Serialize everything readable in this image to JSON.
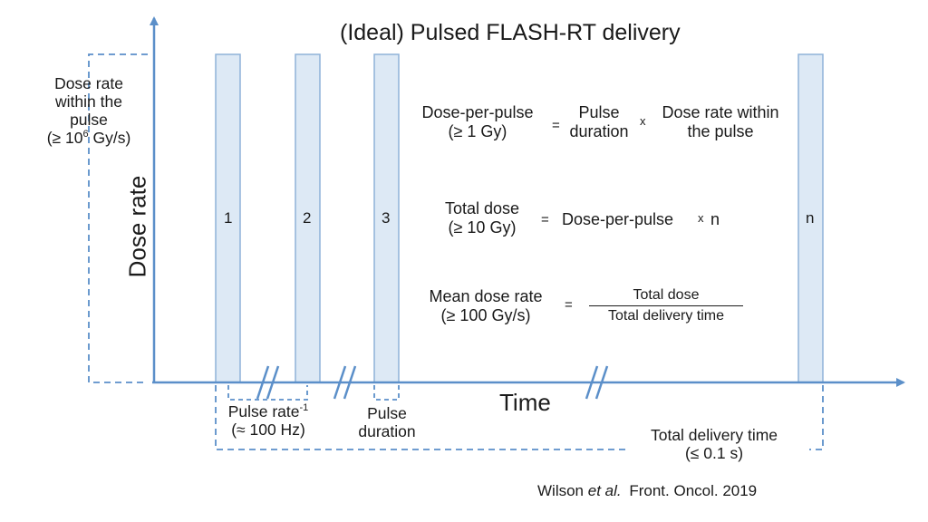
{
  "title": "(Ideal) Pulsed FLASH-RT delivery",
  "axes": {
    "y_label": "Dose rate",
    "x_label": "Time"
  },
  "pulses": {
    "labels": [
      "1",
      "2",
      "3",
      "n"
    ],
    "fill_color": "#dde9f5",
    "stroke_color": "#8fb2d8"
  },
  "colors": {
    "axis": "#5b8fc9",
    "dashed": "#5b8fc9",
    "text": "#1a1a1a"
  },
  "annotations": {
    "dose_rate_within_pulse": {
      "line1": "Dose rate",
      "line2": "within the",
      "line3": "pulse",
      "line4_prefix": "(≥ 10",
      "line4_sup": "6",
      "line4_suffix": " Gy/s)"
    },
    "pulse_rate": {
      "line1": "Pulse rate",
      "line1_sup": "-1",
      "line2": "(≈ 100 Hz)"
    },
    "pulse_duration": {
      "line1": "Pulse",
      "line2": "duration"
    },
    "total_delivery_time": {
      "line1": "Total delivery time",
      "line2": "(≤ 0.1 s)"
    }
  },
  "equations": {
    "dose_per_pulse": {
      "lhs_line1": "Dose-per-pulse",
      "lhs_line2": "(≥ 1 Gy)",
      "equals": "=",
      "term1_line1": "Pulse",
      "term1_line2": "duration",
      "times": "x",
      "term2_line1": "Dose rate within",
      "term2_line2": "the pulse"
    },
    "total_dose": {
      "lhs_line1": "Total dose",
      "lhs_line2": "(≥ 10 Gy)",
      "equals": "=",
      "term1": "Dose-per-pulse",
      "times": "x",
      "term2": "n"
    },
    "mean_dose_rate": {
      "lhs_line1": "Mean dose rate",
      "lhs_line2": "(≥ 100 Gy/s)",
      "equals": "=",
      "numerator": "Total dose",
      "denominator": "Total delivery time"
    }
  },
  "citation": {
    "authors": "Wilson",
    "etal": "et al.",
    "journal": "Front. Oncol. 2019"
  }
}
